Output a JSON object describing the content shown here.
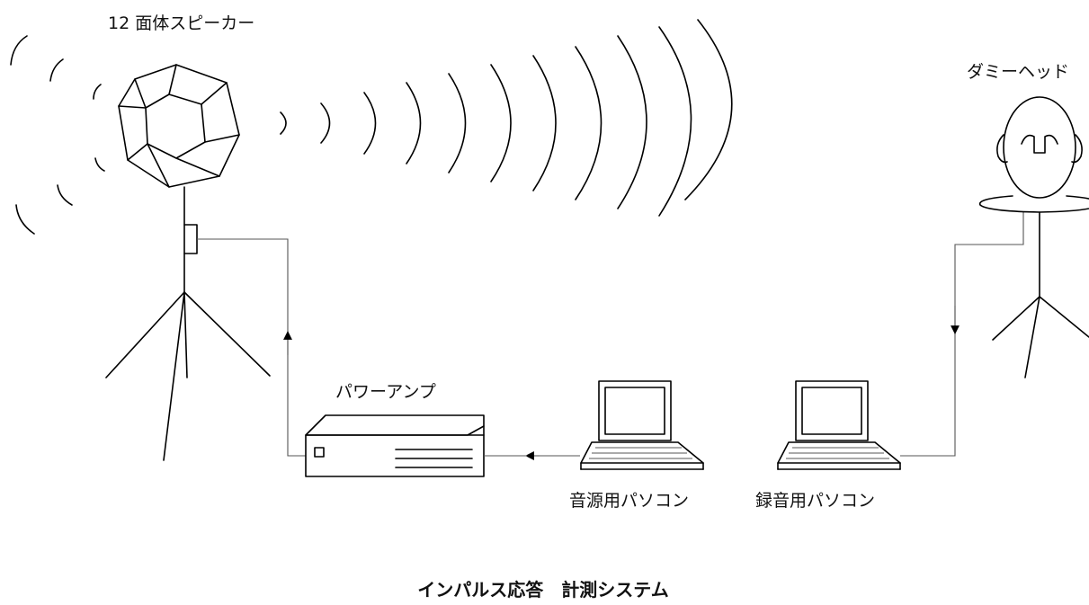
{
  "labels": {
    "speaker": "12 面体スピーカー",
    "dummy_head": "ダミーヘッド",
    "power_amp": "パワーアンプ",
    "source_pc": "音源用パソコン",
    "recording_pc": "録音用パソコン"
  },
  "caption": "インパルス応答　計測システム"
}
